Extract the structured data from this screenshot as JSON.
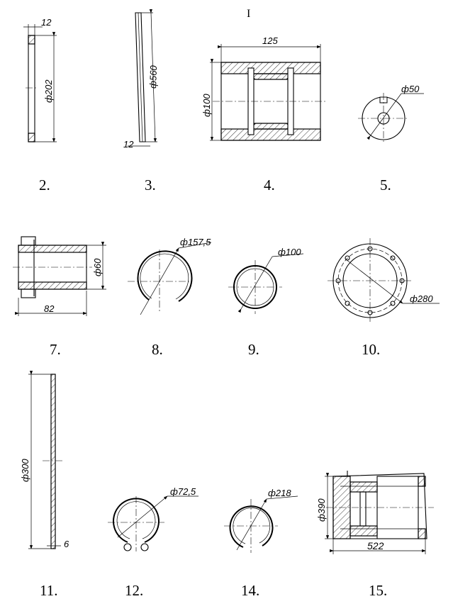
{
  "header_mark": "I",
  "parts": [
    {
      "id": "part-2",
      "number": "2.",
      "dims": [
        "12",
        "ф202"
      ]
    },
    {
      "id": "part-3",
      "number": "3.",
      "dims": [
        "ф560",
        "12"
      ]
    },
    {
      "id": "part-4",
      "number": "4.",
      "dims": [
        "125",
        "ф100"
      ]
    },
    {
      "id": "part-5",
      "number": "5.",
      "dims": [
        "ф50"
      ]
    },
    {
      "id": "part-7",
      "number": "7.",
      "dims": [
        "ф60",
        "82"
      ]
    },
    {
      "id": "part-8",
      "number": "8.",
      "dims": [
        "ф157,5"
      ]
    },
    {
      "id": "part-9",
      "number": "9.",
      "dims": [
        "ф100"
      ]
    },
    {
      "id": "part-10",
      "number": "10.",
      "dims": [
        "ф280"
      ]
    },
    {
      "id": "part-11",
      "number": "11.",
      "dims": [
        "ф300",
        "6"
      ]
    },
    {
      "id": "part-12",
      "number": "12.",
      "dims": [
        "ф72,5"
      ]
    },
    {
      "id": "part-14",
      "number": "14.",
      "dims": [
        "ф218"
      ]
    },
    {
      "id": "part-15",
      "number": "15.",
      "dims": [
        "ф390",
        "522"
      ]
    }
  ]
}
